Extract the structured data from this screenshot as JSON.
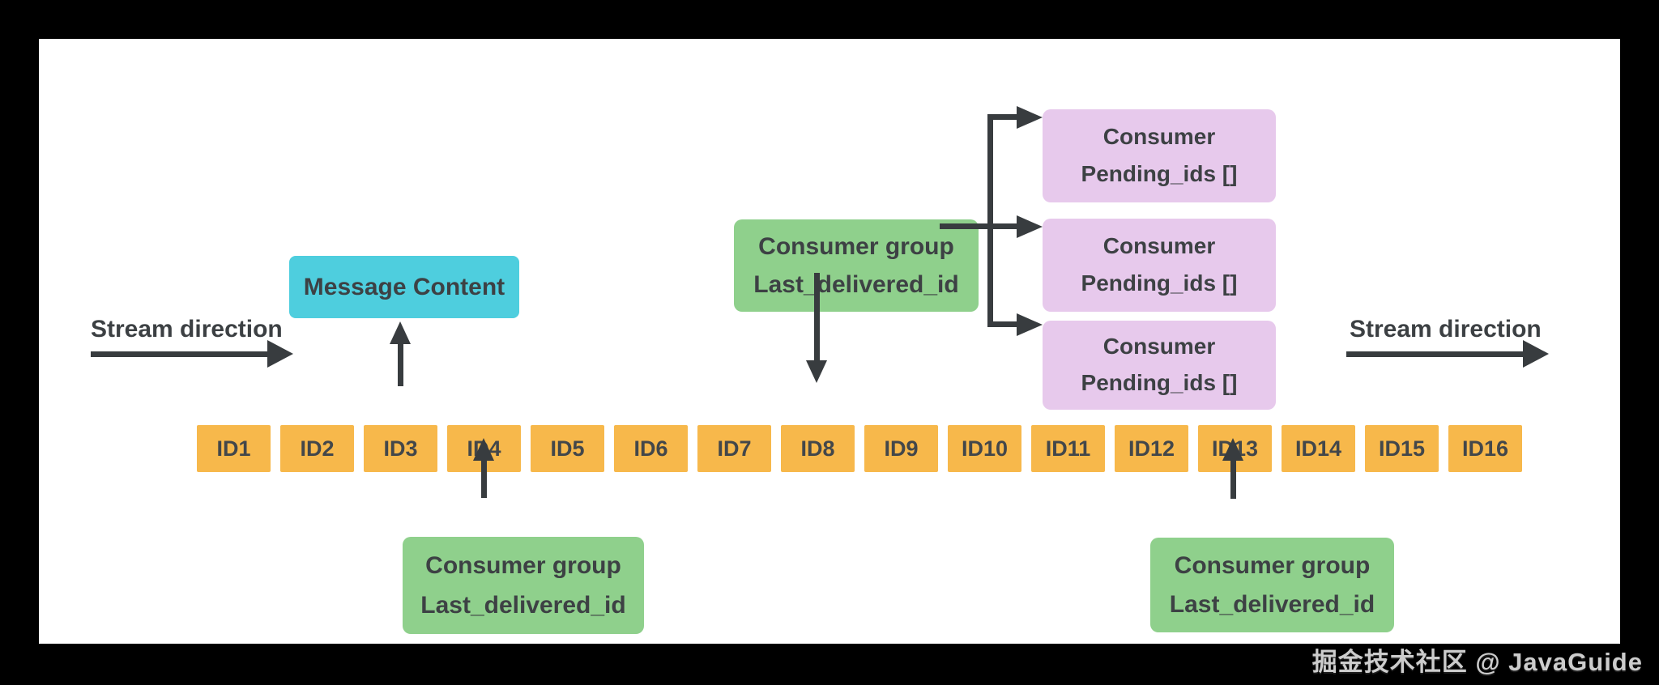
{
  "diagram": {
    "stream": {
      "direction_label_left": "Stream direction",
      "direction_label_right": "Stream direction",
      "ids": [
        "ID1",
        "ID2",
        "ID3",
        "ID4",
        "ID5",
        "ID6",
        "ID7",
        "ID8",
        "ID9",
        "ID10",
        "ID11",
        "ID12",
        "ID13",
        "ID14",
        "ID15",
        "ID16"
      ]
    },
    "message_content": {
      "label": "Message Content"
    },
    "consumer_groups": [
      {
        "title": "Consumer group",
        "field": "Last_delivered_id"
      },
      {
        "title": "Consumer group",
        "field": "Last_delivered_id"
      },
      {
        "title": "Consumer group",
        "field": "Last_delivered_id"
      }
    ],
    "consumers": [
      {
        "title": "Consumer",
        "field": "Pending_ids []"
      },
      {
        "title": "Consumer",
        "field": "Pending_ids []"
      },
      {
        "title": "Consumer",
        "field": "Pending_ids []"
      }
    ],
    "colors": {
      "stream_entry": "#f7b84b",
      "message_content": "#4ecede",
      "consumer_group": "#8fd08c",
      "consumer": "#e7c9ec",
      "arrow": "#383c3f",
      "text": "#3c4043",
      "board": "#ffffff",
      "background": "#000000"
    }
  },
  "watermark": {
    "text": "掘金技术社区 @ JavaGuide"
  }
}
